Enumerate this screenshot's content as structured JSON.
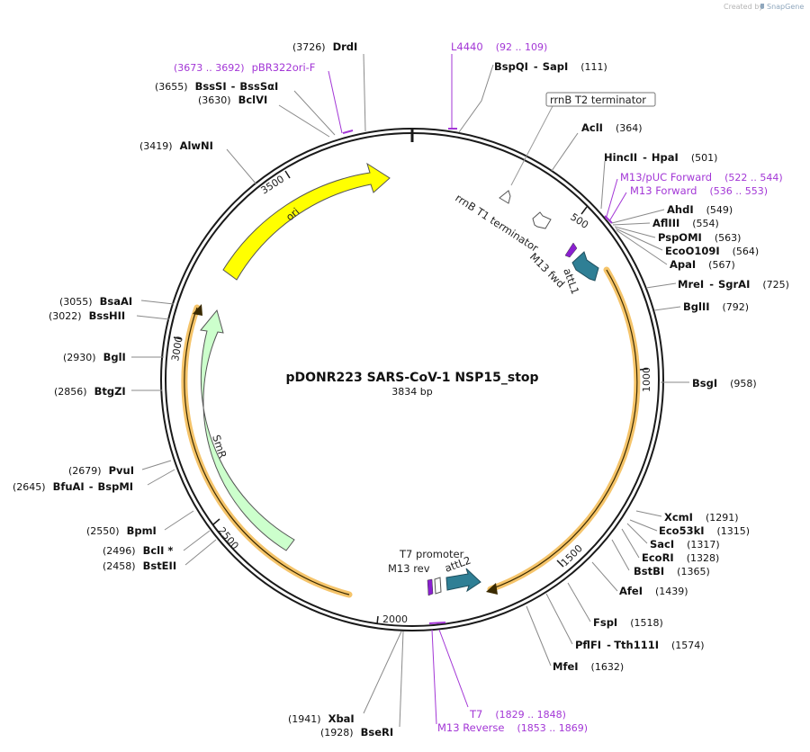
{
  "credit": {
    "prefix": "Created by",
    "brand": "SnapGene"
  },
  "plasmid": {
    "name": "pDONR223 SARS-CoV-1 NSP15_stop",
    "length_label": "3834 bp"
  },
  "colors": {
    "backbone": "#1a1a1a",
    "enzyme_leader": "#8a8a8a",
    "primer_feature": "#a337d6",
    "ori": "#ffff00",
    "smr": "#ccffcc",
    "att": "#2f7f95",
    "orange_highlight": "#f5c46a",
    "primer_purple": "#8a1fd0"
  },
  "tick_labels": [
    "500",
    "1000",
    "1500",
    "2000",
    "2500",
    "3000",
    "3500"
  ],
  "features": {
    "ori": "ori",
    "smr": "SmR",
    "rrnb_t1": "rrnB T1 terminator",
    "rrnb_t2": "rrnB T2 terminator",
    "m13_fwd": "M13 fwd",
    "attl1": "attL1",
    "t7_promoter": "T7 promoter",
    "m13_rev": "M13 rev",
    "attl2": "attL2"
  },
  "site_labels": [
    {
      "name": "DrdI",
      "coord": "(3726)"
    },
    {
      "name": "BssSI",
      "extra": "BssSαI",
      "coord": "(3655)"
    },
    {
      "name": "BclVI",
      "coord": "(3630)"
    },
    {
      "name": "AlwNI",
      "coord": "(3419)"
    },
    {
      "name": "BsaAI",
      "coord": "(3055)"
    },
    {
      "name": "BssHII",
      "coord": "(3022)"
    },
    {
      "name": "BglI",
      "coord": "(2930)"
    },
    {
      "name": "BtgZI",
      "coord": "(2856)"
    },
    {
      "name": "PvuI",
      "coord": "(2679)"
    },
    {
      "name": "BfuAI",
      "extra": "BspMI",
      "coord": "(2645)"
    },
    {
      "name": "BpmI",
      "coord": "(2550)"
    },
    {
      "name": "BclI *",
      "coord": "(2496)"
    },
    {
      "name": "BstEII",
      "coord": "(2458)"
    },
    {
      "name": "XbaI",
      "coord": "(1941)"
    },
    {
      "name": "BseRI",
      "coord": "(1928)"
    },
    {
      "name": "BspQI",
      "extra": "SapI",
      "coord": "(111)"
    },
    {
      "name": "AclI",
      "coord": "(364)"
    },
    {
      "name": "HincII",
      "extra": "HpaI",
      "coord": "(501)"
    },
    {
      "name": "AhdI",
      "coord": "(549)"
    },
    {
      "name": "AflIII",
      "coord": "(554)"
    },
    {
      "name": "PspOMI",
      "coord": "(563)"
    },
    {
      "name": "EcoO109I",
      "coord": "(564)"
    },
    {
      "name": "ApaI",
      "coord": "(567)"
    },
    {
      "name": "MreI",
      "extra": "SgrAI",
      "coord": "(725)"
    },
    {
      "name": "BglII",
      "coord": "(792)"
    },
    {
      "name": "BsgI",
      "coord": "(958)"
    },
    {
      "name": "XcmI",
      "coord": "(1291)"
    },
    {
      "name": "Eco53kI",
      "coord": "(1315)"
    },
    {
      "name": "SacI",
      "coord": "(1317)"
    },
    {
      "name": "EcoRI",
      "coord": "(1328)"
    },
    {
      "name": "BstBI",
      "coord": "(1365)"
    },
    {
      "name": "AfeI",
      "coord": "(1439)"
    },
    {
      "name": "FspI",
      "coord": "(1518)"
    },
    {
      "name": "PflFI",
      "extra": "Tth111I",
      "coord": "(1574)"
    },
    {
      "name": "MfeI",
      "coord": "(1632)"
    }
  ],
  "feature_labels": [
    {
      "name": "pBR322ori-F",
      "coord": "(3673 .. 3692)"
    },
    {
      "name": "L4440",
      "coord": "(92 .. 109)"
    },
    {
      "name": "M13/pUC Forward",
      "coord": "(522 .. 544)"
    },
    {
      "name": "M13 Forward",
      "coord": "(536 .. 553)"
    },
    {
      "name": "T7",
      "coord": "(1829 .. 1848)"
    },
    {
      "name": "M13 Reverse",
      "coord": "(1853 .. 1869)"
    }
  ]
}
